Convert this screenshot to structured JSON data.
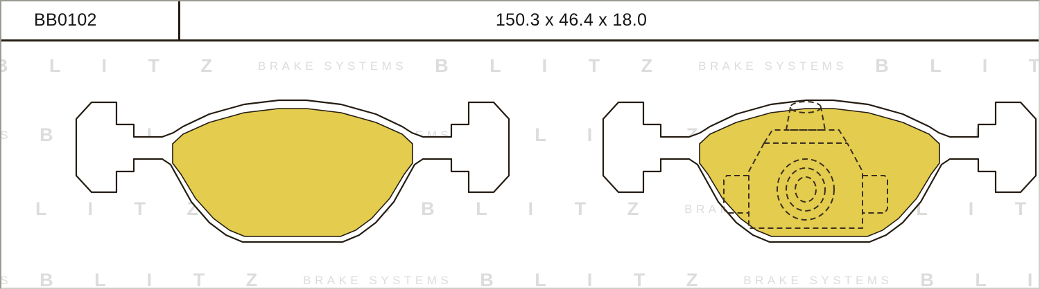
{
  "header": {
    "part_number": "BB0102",
    "dimensions": "150.3 x 46.4 x 18.0"
  },
  "watermark": {
    "brand": "B L I T Z",
    "tagline": "BRAKE SYSTEMS",
    "color": "#dcdcdc"
  },
  "drawing": {
    "title": "brake-pad-pair-outline",
    "pad_fill_color": "#e3cc4e",
    "backing_plate_color": "#ffffff",
    "outline_color": "#241c12",
    "left_pad_label": "brake-pad-plain-view",
    "right_pad_label": "brake-pad-hardware-view",
    "hardware_detail_label": "retention-hardware-hidden-lines"
  }
}
